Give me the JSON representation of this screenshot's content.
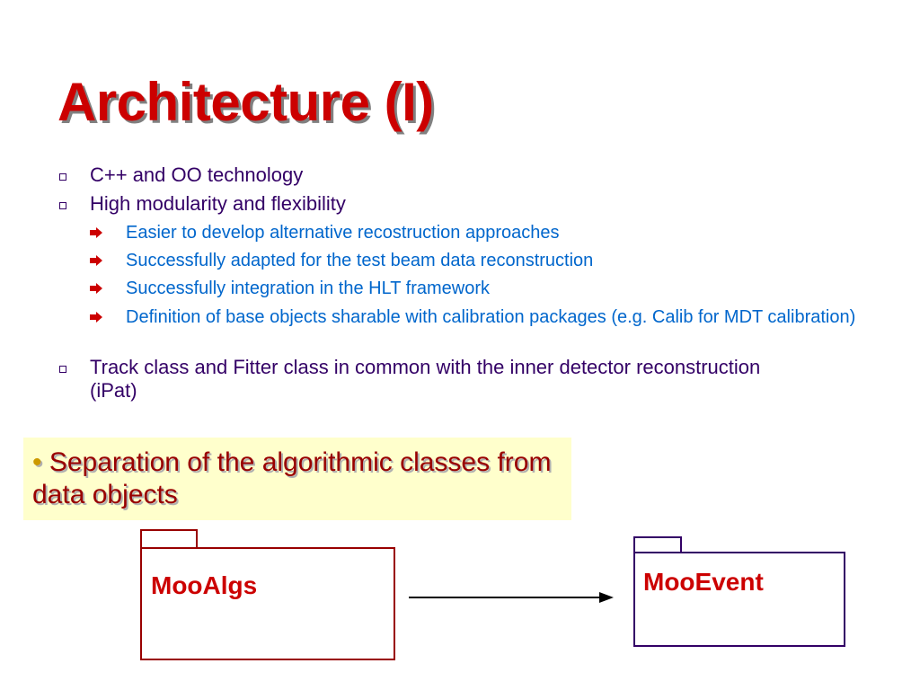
{
  "slide": {
    "title": "Architecture (I)",
    "bullets": [
      {
        "text": "C++ and OO technology",
        "sub": []
      },
      {
        "text": "High modularity and flexibility",
        "sub": [
          "Easier to develop alternative recostruction approaches",
          "Successfully adapted for the test beam data reconstruction",
          "Successfully integration in the HLT framework",
          "Definition of base objects sharable with calibration packages (e.g. Calib for MDT calibration)"
        ]
      },
      {
        "text": "Track class and Fitter class  in common with the inner detector reconstruction (iPat)",
        "sub": []
      }
    ],
    "callout": {
      "bullet": "•",
      "text": "Separation of the algorithmic classes from data objects"
    },
    "diagram": {
      "source_package": "MooAlgs",
      "target_package": "MooEvent"
    },
    "icons": {
      "level1": "square-bullet-icon",
      "level2": "arrow-bullet-icon",
      "connector": "dependency-arrow-icon"
    },
    "colors": {
      "title": "#cc0000",
      "title_shadow": "#808080",
      "level1_text": "#330066",
      "level2_text": "#0066cc",
      "callout_bg": "#ffffcc",
      "callout_text": "#990000",
      "package1_border": "#990000",
      "package2_border": "#330066",
      "package_label": "#cc0000"
    }
  }
}
